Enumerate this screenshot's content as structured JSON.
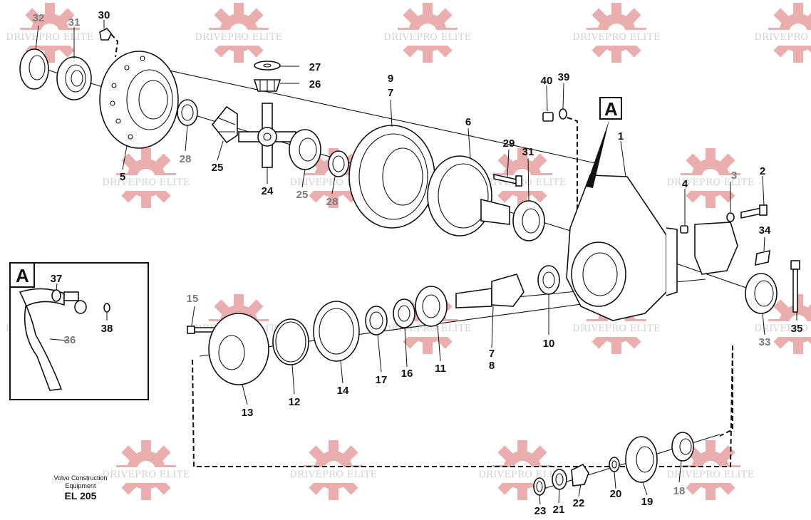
{
  "watermark": {
    "text": "DRIVEPRO ELITE",
    "color": "#e8a0a0"
  },
  "detail_label": "A",
  "footer": {
    "company_line1": "Volvo Construction",
    "company_line2": "Equipment",
    "code": "EL 205"
  },
  "callouts": [
    {
      "id": "c32",
      "text": "32",
      "gray": true
    },
    {
      "id": "c31a",
      "text": "31",
      "gray": true
    },
    {
      "id": "c30",
      "text": "30",
      "gray": false
    },
    {
      "id": "c27",
      "text": "27",
      "gray": false
    },
    {
      "id": "c26",
      "text": "26",
      "gray": false
    },
    {
      "id": "c9",
      "text": "9",
      "gray": false
    },
    {
      "id": "c7a",
      "text": "7",
      "gray": false
    },
    {
      "id": "c6",
      "text": "6",
      "gray": false
    },
    {
      "id": "c40",
      "text": "40",
      "gray": false
    },
    {
      "id": "c39",
      "text": "39",
      "gray": false
    },
    {
      "id": "c1",
      "text": "1",
      "gray": false
    },
    {
      "id": "c29",
      "text": "29",
      "gray": false
    },
    {
      "id": "c31b",
      "text": "31",
      "gray": false
    },
    {
      "id": "c3",
      "text": "3",
      "gray": true
    },
    {
      "id": "c2",
      "text": "2",
      "gray": false
    },
    {
      "id": "c4",
      "text": "4",
      "gray": false
    },
    {
      "id": "c34",
      "text": "34",
      "gray": false
    },
    {
      "id": "c28a",
      "text": "28",
      "gray": true
    },
    {
      "id": "c25a",
      "text": "25",
      "gray": false
    },
    {
      "id": "c24",
      "text": "24",
      "gray": false
    },
    {
      "id": "c25b",
      "text": "25",
      "gray": true
    },
    {
      "id": "c28b",
      "text": "28",
      "gray": true
    },
    {
      "id": "c5",
      "text": "5",
      "gray": false
    },
    {
      "id": "c37",
      "text": "37",
      "gray": false
    },
    {
      "id": "c38",
      "text": "38",
      "gray": false
    },
    {
      "id": "c36",
      "text": "36",
      "gray": true
    },
    {
      "id": "c15",
      "text": "15",
      "gray": true
    },
    {
      "id": "c12",
      "text": "12",
      "gray": false
    },
    {
      "id": "c13",
      "text": "13",
      "gray": false
    },
    {
      "id": "c14",
      "text": "14",
      "gray": false
    },
    {
      "id": "c17",
      "text": "17",
      "gray": false
    },
    {
      "id": "c16",
      "text": "16",
      "gray": false
    },
    {
      "id": "c11",
      "text": "11",
      "gray": false
    },
    {
      "id": "c7b",
      "text": "7",
      "gray": false
    },
    {
      "id": "c8",
      "text": "8",
      "gray": false
    },
    {
      "id": "c10",
      "text": "10",
      "gray": false
    },
    {
      "id": "c33",
      "text": "33",
      "gray": true
    },
    {
      "id": "c35",
      "text": "35",
      "gray": false
    },
    {
      "id": "c20",
      "text": "20",
      "gray": false
    },
    {
      "id": "c19",
      "text": "19",
      "gray": false
    },
    {
      "id": "c18",
      "text": "18",
      "gray": true
    },
    {
      "id": "c22",
      "text": "22",
      "gray": false
    },
    {
      "id": "c21",
      "text": "21",
      "gray": false
    },
    {
      "id": "c23",
      "text": "23",
      "gray": false
    }
  ]
}
